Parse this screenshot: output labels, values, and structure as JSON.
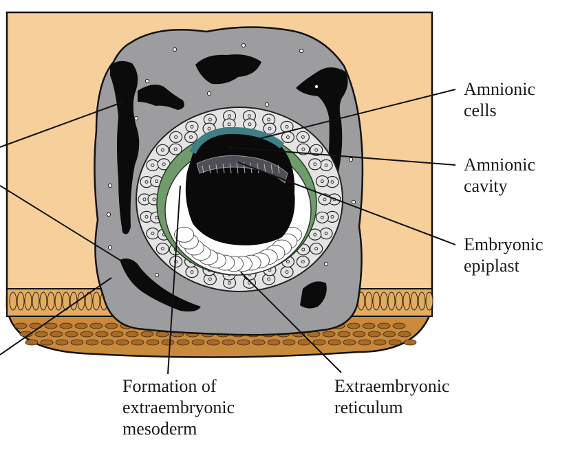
{
  "labels": {
    "amnionic_cells": [
      "Amnionic",
      "cells"
    ],
    "amnionic_cavity": [
      "Amnionic",
      "cavity"
    ],
    "embryonic_epiplast": [
      "Embryonic",
      "epiplast"
    ],
    "extraembryonic_reticulum": [
      "Extraembryonic",
      "reticulum"
    ],
    "formation_mesoderm": [
      "Formation of",
      "extraembryonic",
      "mesoderm"
    ]
  },
  "colors": {
    "endometrium": "#f6cf9a",
    "trophoblast": "#9d9d9f",
    "lacunae": "#0b0b0b",
    "cells": "#e4e4e4",
    "amnion_layer": "#3e7f86",
    "hypoblast": "#6f9c6a",
    "reticulum": "#ffffff",
    "epithelium": "#e0ad62",
    "stroma": "#c98a3c"
  }
}
